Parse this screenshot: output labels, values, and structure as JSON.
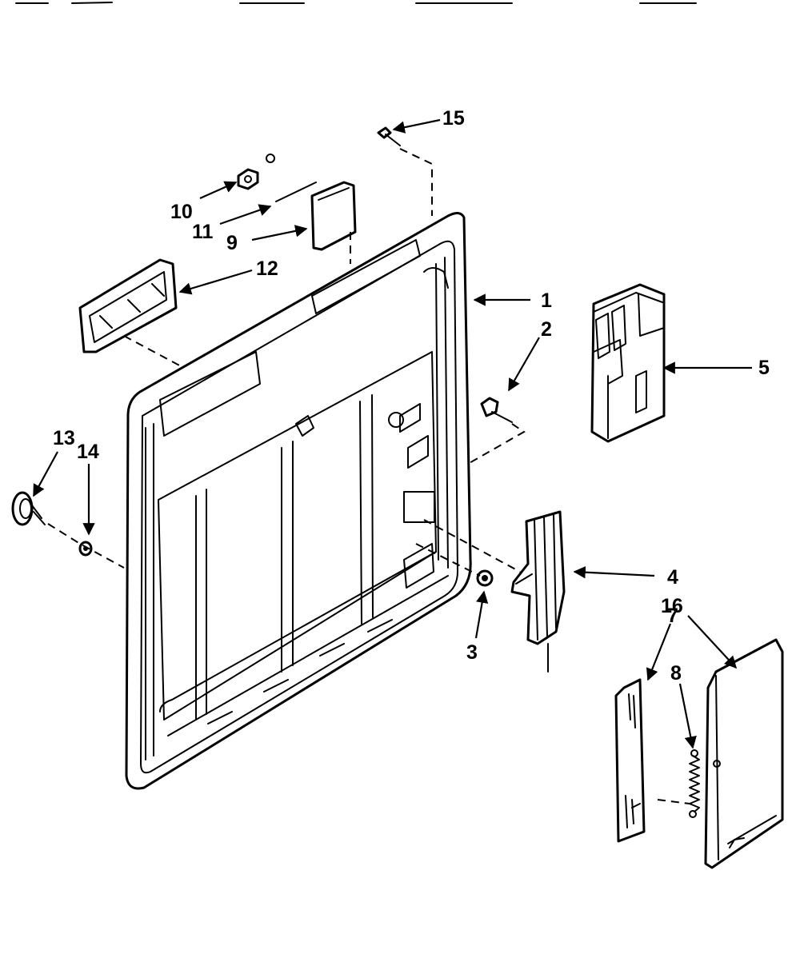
{
  "callouts": {
    "c1": "1",
    "c2": "2",
    "c3": "3",
    "c4": "4",
    "c5": "5",
    "c7": "7",
    "c8": "8",
    "c9": "9",
    "c10": "10",
    "c11": "11",
    "c12": "12",
    "c13": "13",
    "c14": "14",
    "c15": "15",
    "c16": "16"
  },
  "colors": {
    "line": "#000000",
    "background": "#ffffff"
  }
}
